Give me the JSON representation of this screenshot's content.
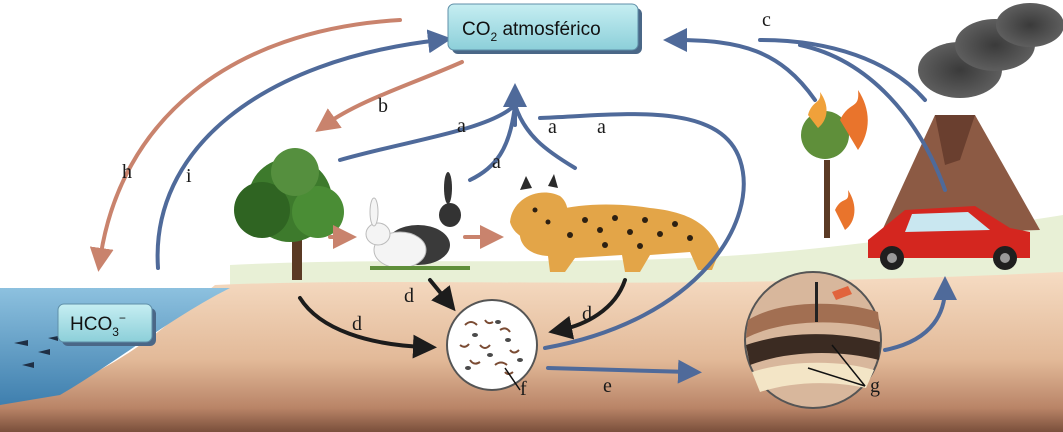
{
  "boxes": {
    "co2": {
      "main": "CO",
      "sub": "2",
      "rest": " atmosférico"
    },
    "hco3": {
      "main": "HCO",
      "sub": "3",
      "sup": "−"
    }
  },
  "labels": {
    "a": "a",
    "b": "b",
    "c": "c",
    "d": "d",
    "e": "e",
    "f": "f",
    "g": "g",
    "h": "h",
    "i": "i"
  },
  "colors": {
    "blue_arrow": "#4f6a9a",
    "brown_arrow": "#c9836d",
    "black_arrow": "#1c1c1c",
    "box_fill": "#a9dde3",
    "sea": "#6aa3c8",
    "soil": "#e9cbb0"
  }
}
